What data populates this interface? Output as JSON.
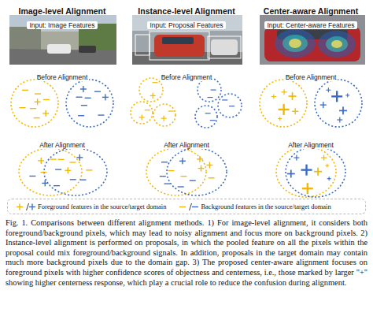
{
  "diagram": {
    "caption": "Fig. 1. Comparisons between different alignment methods. 1) For image-level alignment, it considers both foreground/background pixels, which may lead to noisy alignment and focus more on background pixels. 2) Instance-level alignment is performed on proposals, in which the pooled feature on all the pixels within the proposal could mix foreground/background signals. In addition, proposals in the target domain may contain much more background pixels due to the domain gap. 3) The proposed center-aware alignment focuses on foreground pixels with higher confidence scores of objectness and centerness, i.e., those marked by larger \"+\" showing higher centerness response, which play a crucial role to reduce the confusion during alignment.",
    "labels": [
      "Image-level Alignment",
      "Instance-level Alignment",
      "Center-aware Alignment",
      "Input: Image Features",
      "Input: Proposal Features",
      "Input: Center-aware Features",
      "Before Alignment",
      "Before Alignment",
      "Before Alignment",
      "After Alignment",
      "After Alignment",
      "After Alignment"
    ],
    "legend": [
      {
        "text": "Foreground features in the source/target domain"
      },
      {
        "text": "Background features in the source/target domain"
      }
    ]
  }
}
